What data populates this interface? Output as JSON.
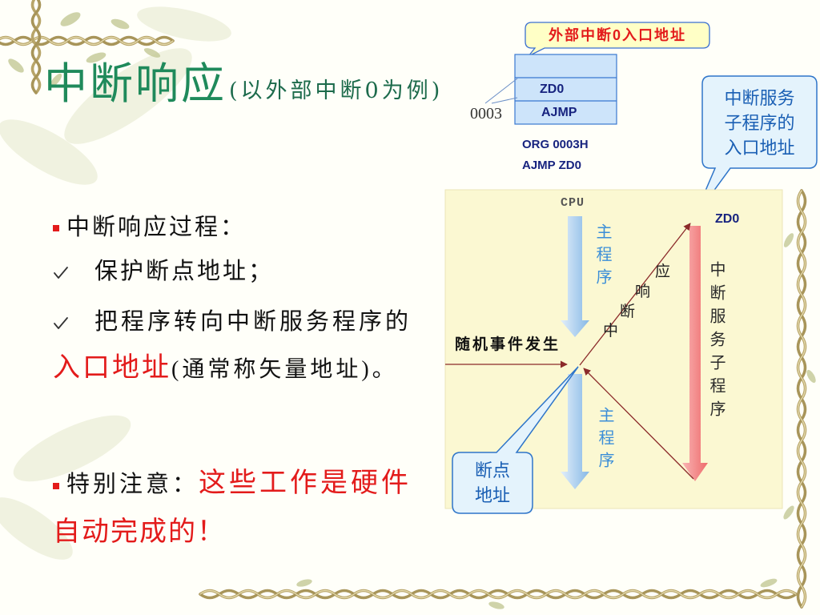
{
  "title": {
    "main": "中断响应",
    "sub": "(以外部中断0为例)"
  },
  "memory_callout": {
    "label": "外部中断0入口地址"
  },
  "memory": {
    "address": "0003",
    "cells": [
      "ZD0",
      "AJMP"
    ]
  },
  "code_lines": [
    "ORG 0003H",
    "AJMP ZD0"
  ],
  "isr_callout": {
    "lines": [
      "中断服务",
      "子程序的",
      "入口地址"
    ]
  },
  "breakpoint_callout": {
    "lines": [
      "断点",
      "地址"
    ]
  },
  "diagram": {
    "cpu": "CPU",
    "main_program": "主程序",
    "response_chars": [
      "中",
      "断",
      "响",
      "应"
    ],
    "isr_label": "中断服务子程序",
    "isr_entry": "ZD0",
    "event": "随机事件发生"
  },
  "body": {
    "process_heading": "中断响应过程：",
    "steps": [
      "保护断点地址；",
      "把程序转向中断服务程序的"
    ],
    "entry_highlight": "入口地址",
    "entry_note": "(通常称矢量地址)。",
    "note_label": "特别注意：",
    "note_highlight": [
      "这些工作是硬件",
      "自动完成的！"
    ]
  },
  "icons": {
    "bullet": "square-bullet-icon",
    "check": "check-icon"
  },
  "colors": {
    "title_green": "#1f8a5b",
    "subtitle_green": "#1d6b4c",
    "highlight_red": "#e31b1b",
    "callout_text_blue": "#1a5fb4",
    "code_navy": "#17237f",
    "main_program_blue": "#3b8ed8",
    "isr_arrow_red": "#f28484",
    "panel_yellow": "#fbf8d2"
  }
}
